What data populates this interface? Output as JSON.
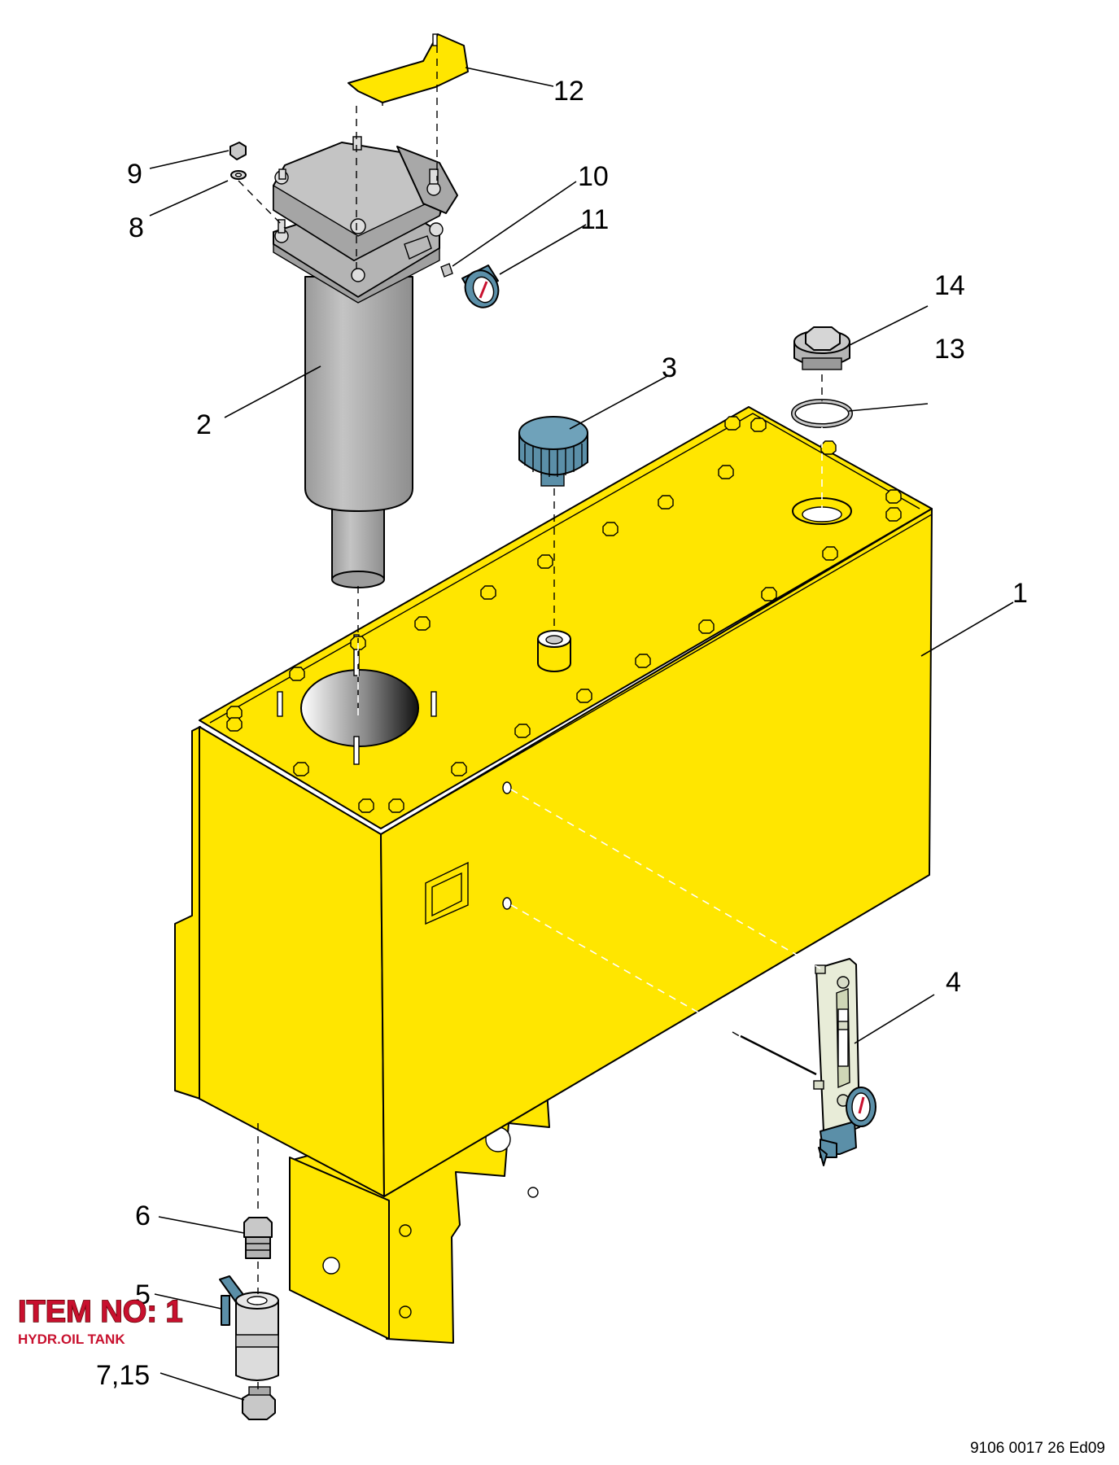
{
  "callouts": {
    "c1": "1",
    "c2": "2",
    "c3": "3",
    "c4": "4",
    "c5": "5",
    "c6": "6",
    "c7_15": "7,15",
    "c8": "8",
    "c9": "9",
    "c10": "10",
    "c11": "11",
    "c12": "12",
    "c13": "13",
    "c14": "14"
  },
  "item": {
    "title": "ITEM NO: 1",
    "subtitle": "HYDR.OIL TANK"
  },
  "document_reference": "9106 0017 26 Ed09",
  "colors": {
    "tank_yellow": "#ffe600",
    "part_gray": "#b4b4b4",
    "part_blue": "#5b8fa8",
    "item_red": "#c8102e"
  }
}
